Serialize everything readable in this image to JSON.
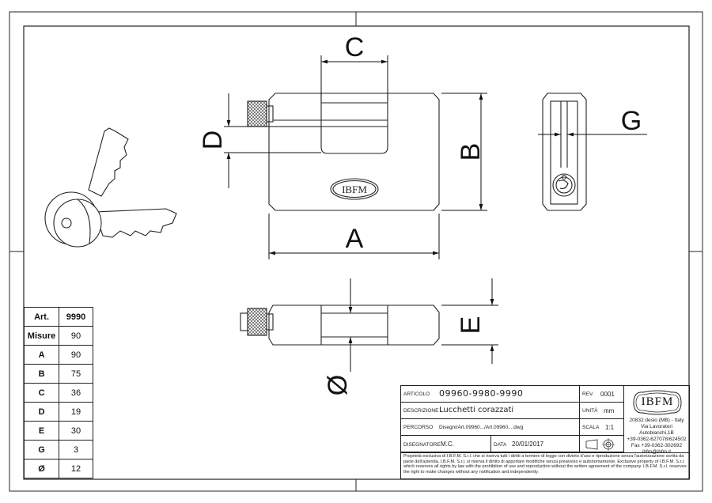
{
  "drawing": {
    "dimension_labels": {
      "a": "A",
      "b": "B",
      "c": "C",
      "d": "D",
      "e": "E",
      "g": "G",
      "o": "Ø"
    },
    "body_logo": "IBFM"
  },
  "spec_table": {
    "header": {
      "key": "Art.",
      "value": "9990"
    },
    "rows": [
      {
        "key": "Misure",
        "value": "90"
      },
      {
        "key": "A",
        "value": "90"
      },
      {
        "key": "B",
        "value": "75"
      },
      {
        "key": "C",
        "value": "36"
      },
      {
        "key": "D",
        "value": "19"
      },
      {
        "key": "E",
        "value": "30"
      },
      {
        "key": "G",
        "value": "3"
      },
      {
        "key": "Ø",
        "value": "12"
      }
    ]
  },
  "title_block": {
    "articolo_label": "ARTICOLO",
    "articolo_value": "09960-9980-9990",
    "rev_label": "REV.",
    "rev_value": "0001",
    "descrizione_label": "DESCRIZIONE",
    "descrizione_value": "Lucchetti corazzati",
    "unita_label": "UNITÀ",
    "unita_value": "mm",
    "percorso_label": "PERCORSO",
    "percorso_value": "Disegni/Art.09960.../Art.09960....dwg",
    "scala_label": "SCALA",
    "scala_value": "1:1",
    "disegnatore_label": "DISEGNATORE",
    "disegnatore_value": "M.C.",
    "data_label": "DATA",
    "data_value": "20/01/2017",
    "logo": "IBFM",
    "address_lines": [
      "20832 desio (MB) - Italy",
      "Via Lavoratori Autobianchi,1B",
      "+39-0362-627078/624502",
      "Fax +39-0362-302692",
      "ibfm@ibfm.it"
    ],
    "legal": "Proprietà esclusiva di I.B.F.M. S.r.l. che si riserva tutti i diritti a termine di legge con divieto d'uso e riproduzione senza l'autorizzazione scritta da parte dell'azienda. I.B.F.M. S.r.l. si riserva il diritto di apportare modifiche senza preavviso e autonomamente. Exclusive property of I.B.F.M. S.r.l. which reserves all rights by law with the prohibition of use and reproduction without the written agreement of the company. I.B.F.M. S.r.l. reserves the right to make changes without any notification and independently."
  }
}
